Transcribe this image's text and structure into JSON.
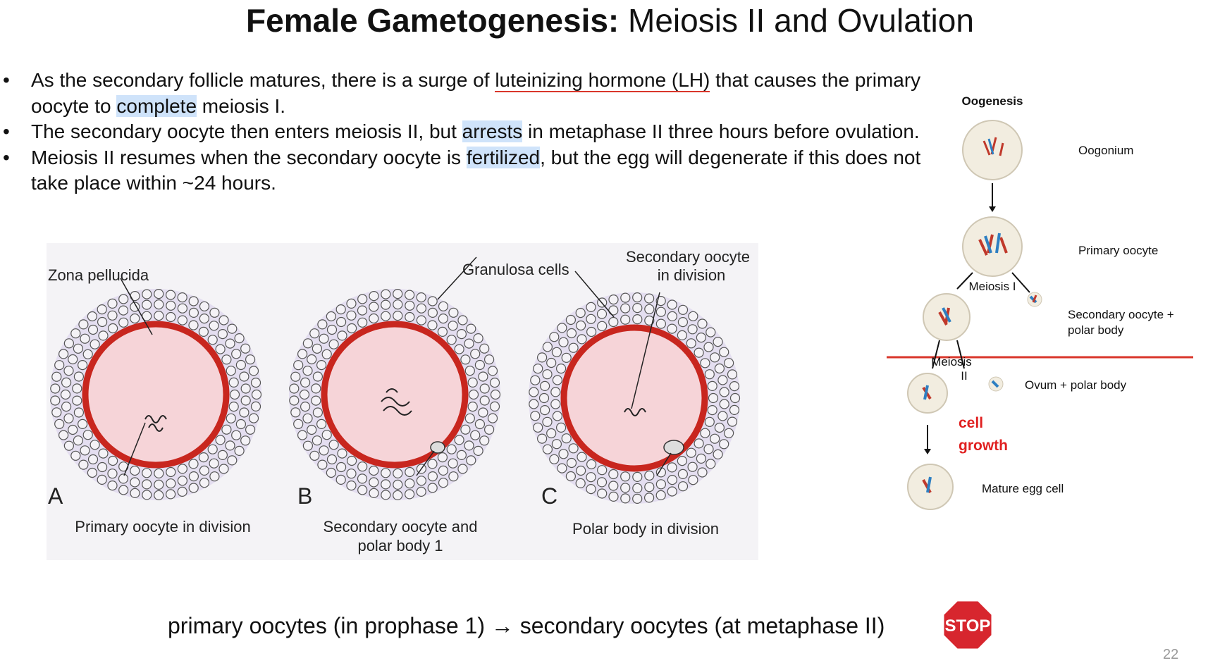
{
  "slide": {
    "title_bold": "Female Gametogenesis:",
    "title_rest": " Meiosis II and Ovulation",
    "page_number": "22"
  },
  "bullets": [
    {
      "pre": "As the secondary follicle matures, there is a surge of ",
      "ul": "luteinizing hormone (LH)",
      "mid": " that causes the primary oocyte to ",
      "hl": "complete",
      "post": " meiosis I."
    },
    {
      "pre": "The secondary oocyte then enters meiosis II, but ",
      "hl": "arrests",
      "post": " in metaphase II three hours before ovulation."
    },
    {
      "pre": "Meiosis II resumes when the secondary oocyte is ",
      "hl": "fertilized",
      "post": ", but the egg will degenerate if this does not take place within ~24 hours."
    }
  ],
  "figure": {
    "label_zona": "Zona pellucida",
    "label_granulosa": "Granulosa cells",
    "label_sec_div_1": "Secondary oocyte",
    "label_sec_div_2": "in division",
    "letter_a": "A",
    "letter_b": "B",
    "letter_c": "C",
    "caption_a": "Primary oocyte in division",
    "caption_b_1": "Secondary oocyte and",
    "caption_b_2": "polar body 1",
    "caption_c": "Polar body in division"
  },
  "oogenesis": {
    "title": "Oogenesis",
    "oogonium": "Oogonium",
    "primary_oocyte": "Primary oocyte",
    "meiosis_1": "Meiosis I",
    "secondary_1": "Secondary oocyte +",
    "secondary_2": "polar body",
    "meiosis_2a": "Meiosis",
    "meiosis_2b": "II",
    "ovum": "Ovum + polar body",
    "cell_growth_1": "cell",
    "cell_growth_2": "growth",
    "mature": "Mature egg cell"
  },
  "bottom_text": "primary oocytes (in prophase 1) → secondary oocytes (at metaphase II)",
  "stop_sign": "STOP",
  "colors": {
    "follicle_ring": "#c8261e",
    "oocyte_fill": "#f6d4d8",
    "halo": "#e4def0",
    "highlight": "#cfe3fa",
    "red_line": "#d9362b",
    "handwritten": "#e02020"
  }
}
